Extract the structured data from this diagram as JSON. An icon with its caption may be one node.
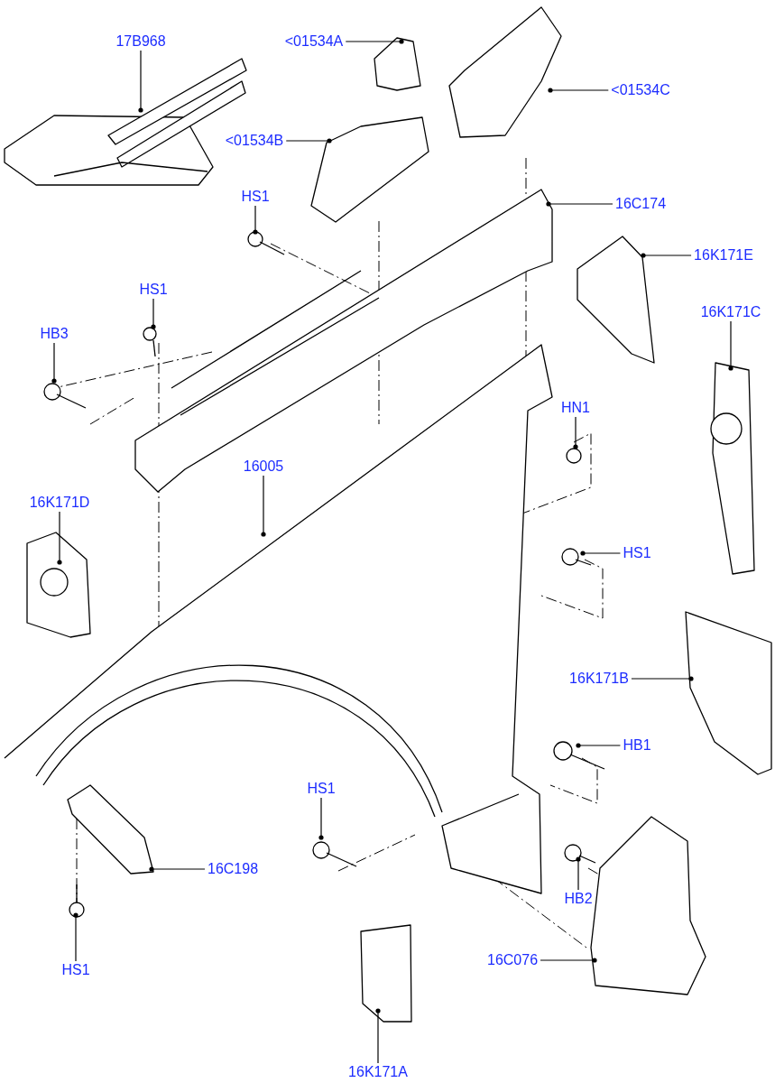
{
  "diagram": {
    "nodes": [
      {
        "text": [
          "17B968"
        ]
      },
      {
        "text": [
          "<01534A"
        ]
      },
      {
        "text": [
          "<01534C"
        ]
      },
      {
        "text": [
          "<01534B"
        ]
      },
      {
        "text": [
          "HS1"
        ]
      },
      {
        "text": [
          "16C174"
        ]
      },
      {
        "text": [
          "16K171E"
        ]
      },
      {
        "text": [
          "HS1"
        ]
      },
      {
        "text": [
          "HB3"
        ]
      },
      {
        "text": [
          "16K171C"
        ]
      },
      {
        "text": [
          "HN1"
        ]
      },
      {
        "text": [
          "16005"
        ]
      },
      {
        "text": [
          "16K171D"
        ]
      },
      {
        "text": [
          "HS1"
        ]
      },
      {
        "text": [
          "16K171B"
        ]
      },
      {
        "text": [
          "HB1"
        ]
      },
      {
        "text": [
          "HS1"
        ]
      },
      {
        "text": [
          "16C198"
        ]
      },
      {
        "text": [
          "HB2"
        ]
      },
      {
        "text": [
          "16C076"
        ]
      },
      {
        "text": [
          "HS1"
        ]
      },
      {
        "text": [
          "16K171A"
        ]
      }
    ],
    "edges": [
      {
        "from": 0,
        "to": null,
        "arrow": "other"
      },
      {
        "from": 1,
        "to": null,
        "arrow": "other"
      },
      {
        "from": 2,
        "to": null,
        "arrow": "other"
      },
      {
        "from": 3,
        "to": null,
        "arrow": "other"
      },
      {
        "from": 4,
        "to": null,
        "arrow": "other"
      },
      {
        "from": 5,
        "to": null,
        "arrow": "other"
      },
      {
        "from": 6,
        "to": null,
        "arrow": "other"
      },
      {
        "from": 7,
        "to": null,
        "arrow": "other"
      },
      {
        "from": 8,
        "to": null,
        "arrow": "other"
      },
      {
        "from": 9,
        "to": null,
        "arrow": "other"
      },
      {
        "from": 10,
        "to": null,
        "arrow": "other"
      },
      {
        "from": 11,
        "to": null,
        "arrow": "other"
      },
      {
        "from": 12,
        "to": null,
        "arrow": "other"
      },
      {
        "from": 13,
        "to": null,
        "arrow": "other"
      },
      {
        "from": 14,
        "to": null,
        "arrow": "other"
      },
      {
        "from": 15,
        "to": null,
        "arrow": "other"
      },
      {
        "from": 16,
        "to": null,
        "arrow": "other"
      },
      {
        "from": 17,
        "to": null,
        "arrow": "other"
      },
      {
        "from": 18,
        "to": null,
        "arrow": "other"
      },
      {
        "from": 19,
        "to": null,
        "arrow": "other"
      },
      {
        "from": 20,
        "to": null,
        "arrow": "other"
      },
      {
        "from": 21,
        "to": null,
        "arrow": "other"
      }
    ]
  }
}
